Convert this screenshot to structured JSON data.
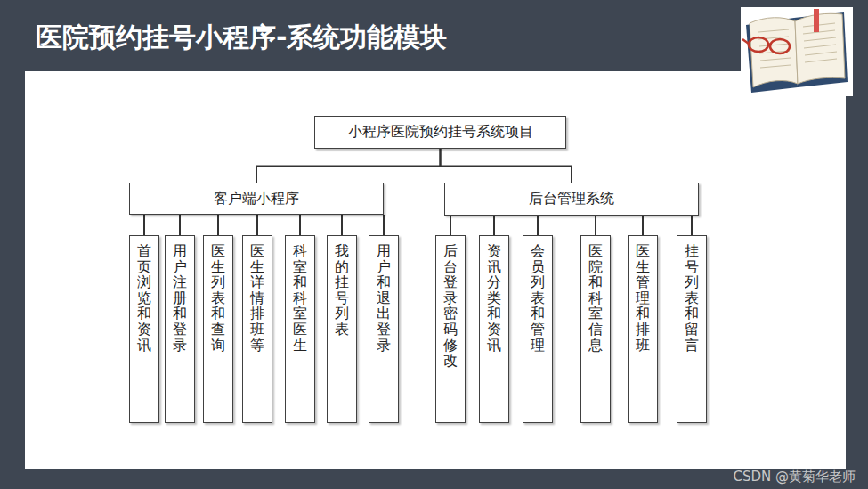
{
  "diagram": {
    "title": "医院预约挂号小程序-系统功能模块",
    "nodes": [
      {
        "text": [
          "小程序医院预约挂号系统项目"
        ]
      },
      {
        "text": [
          "客户端小程序"
        ]
      },
      {
        "text": [
          "后台管理系统"
        ]
      },
      {
        "text": [
          "首页浏览和资讯"
        ]
      },
      {
        "text": [
          "用户注册和登录"
        ]
      },
      {
        "text": [
          "医生列表和查询"
        ]
      },
      {
        "text": [
          "医生详情排班等"
        ]
      },
      {
        "text": [
          "科室和科室医生"
        ]
      },
      {
        "text": [
          "我的挂号列表"
        ]
      },
      {
        "text": [
          "用户和退出登录"
        ]
      },
      {
        "text": [
          "后台登录密码修改"
        ]
      },
      {
        "text": [
          "资讯分类和资讯"
        ]
      },
      {
        "text": [
          "会员列表和管理"
        ]
      },
      {
        "text": [
          "医院和科室信息"
        ]
      },
      {
        "text": [
          "医生管理和排班"
        ]
      },
      {
        "text": [
          "挂号列表和留言"
        ]
      }
    ],
    "edges": [
      {
        "from": 0,
        "to": 1,
        "arrow": "none"
      },
      {
        "from": 0,
        "to": 2,
        "arrow": "none"
      },
      {
        "from": 1,
        "to": 3,
        "arrow": "none"
      },
      {
        "from": 1,
        "to": 4,
        "arrow": "none"
      },
      {
        "from": 1,
        "to": 5,
        "arrow": "none"
      },
      {
        "from": 1,
        "to": 6,
        "arrow": "none"
      },
      {
        "from": 1,
        "to": 7,
        "arrow": "none"
      },
      {
        "from": 1,
        "to": 8,
        "arrow": "none"
      },
      {
        "from": 1,
        "to": 9,
        "arrow": "none"
      },
      {
        "from": 2,
        "to": 10,
        "arrow": "none"
      },
      {
        "from": 2,
        "to": 11,
        "arrow": "none"
      },
      {
        "from": 2,
        "to": 12,
        "arrow": "none"
      },
      {
        "from": 2,
        "to": 13,
        "arrow": "none"
      },
      {
        "from": 2,
        "to": 14,
        "arrow": "none"
      },
      {
        "from": 2,
        "to": 15,
        "arrow": "none"
      }
    ],
    "labels": [
      "CSDN @黄菊华老师"
    ]
  }
}
